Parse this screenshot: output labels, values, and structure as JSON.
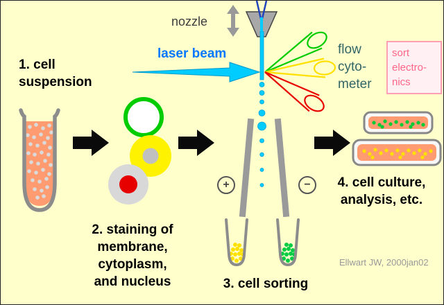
{
  "labels": {
    "nozzle": "nozzle",
    "laser": "laser beam",
    "step1": [
      "1. cell",
      "suspension"
    ],
    "step2": [
      "2. staining of",
      "membrane,",
      "cytoplasm,",
      "and nucleus"
    ],
    "step3": "3. cell sorting",
    "step4": [
      "4. cell culture,",
      "analysis, etc."
    ],
    "flow_cytometer": [
      "flow",
      "cyto-",
      "meter"
    ],
    "sort_electronics": [
      "sort",
      "electro-",
      "nics"
    ],
    "plus": "+",
    "minus": "−",
    "credit": "Ellwart JW, 2000jan02"
  },
  "icons": {
    "updown-arrow-icon": "↕ gray double-headed vertical arrow",
    "right-arrow-icon": "solid black right-pointing block arrow",
    "plus-electrode-icon": "⊕",
    "minus-electrode-icon": "⊖",
    "laser-beam-icon": "cyan right-pointing beam arrow"
  },
  "colors": {
    "background": "#FFFFCC",
    "laser_beam": "#00CCFF",
    "laser_label": "#0077FF",
    "flow_label": "#336666",
    "sort_label": "#FF6688",
    "sort_box_border": "#FF9FB5",
    "arrow_black": "#000000",
    "nozzle_gray": "#A8A8A8",
    "plate_gray": "#9A9A9A",
    "tube_outline_gray": "#8C8C8C",
    "suspension_orange": "#FF9B70",
    "membrane_green": "#00CC00",
    "cytoplasm_yellow": "#FFF200",
    "nucleus_red": "#E60000",
    "cell_gray": "#D8D8D8",
    "sorted_yellow": "#FFE100",
    "sorted_green": "#00CC44",
    "credit_gray": "#999999"
  }
}
